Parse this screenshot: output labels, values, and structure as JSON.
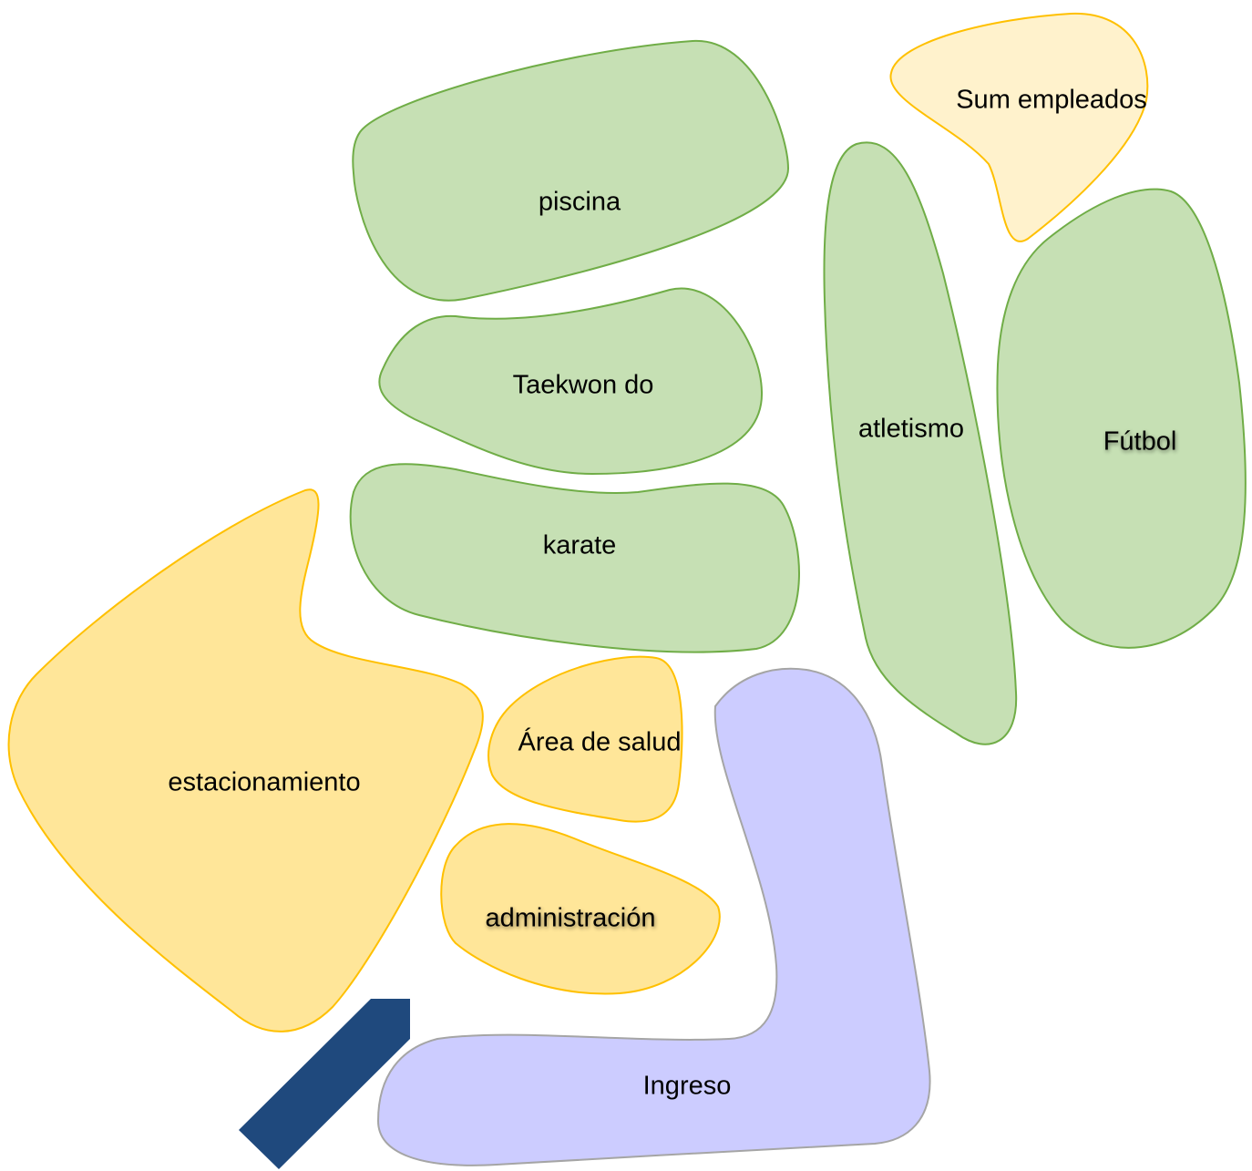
{
  "colors": {
    "sports_fill": "#c6e0b4",
    "sports_stroke": "#70ad47",
    "service_fill": "#ffe699",
    "service_stroke": "#ffc000",
    "employees_fill": "#fff2cc",
    "entrance_fill": "#ccccff",
    "entrance_stroke": "#a5a5a5",
    "arrow_fill": "#1f497d"
  },
  "zones": {
    "piscina": "piscina",
    "taekwondo": "Taekwon do",
    "karate": "karate",
    "atletismo": "atletismo",
    "futbol": "Fútbol",
    "sum_empleados": "Sum empleados",
    "estacionamiento": "estacionamiento",
    "area_salud": "Área de salud",
    "administracion": "administración",
    "ingreso": "Ingreso"
  },
  "entrance_arrow_icon": "arrow-up-right-icon"
}
